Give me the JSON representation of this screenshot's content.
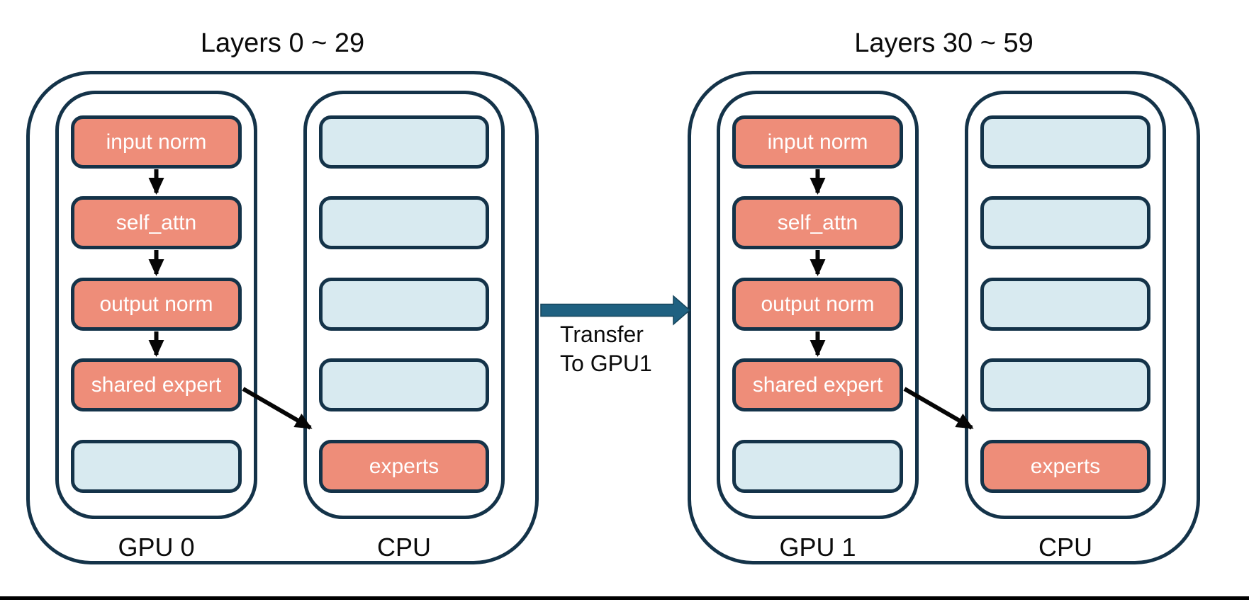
{
  "figure": {
    "background": "#ffffff",
    "outline_color": "#143349",
    "module_fill": "#EE8D79",
    "empty_slot_fill": "#D8EAF0",
    "transfer_arrow_fill": "#1F6181",
    "flow_arrow_color": "#060606",
    "text_color": "#0b0b0b",
    "box_text_color": "#ffffff",
    "bottom_border_color": "#000000"
  },
  "groups": [
    {
      "title": "Layers 0 ~ 29",
      "gpu_label": "GPU 0",
      "cpu_label": "CPU",
      "gpu_boxes": [
        {
          "label": "input norm",
          "variant": "module"
        },
        {
          "label": "self_attn",
          "variant": "module"
        },
        {
          "label": "output norm",
          "variant": "module"
        },
        {
          "label": "shared expert",
          "variant": "module"
        },
        {
          "label": "",
          "variant": "empty"
        }
      ],
      "cpu_boxes": [
        {
          "label": "",
          "variant": "empty"
        },
        {
          "label": "",
          "variant": "empty"
        },
        {
          "label": "",
          "variant": "empty"
        },
        {
          "label": "",
          "variant": "empty"
        },
        {
          "label": "experts",
          "variant": "module"
        }
      ]
    },
    {
      "title": "Layers 30 ~ 59",
      "gpu_label": "GPU 1",
      "cpu_label": "CPU",
      "gpu_boxes": [
        {
          "label": "input norm",
          "variant": "module"
        },
        {
          "label": "self_attn",
          "variant": "module"
        },
        {
          "label": "output norm",
          "variant": "module"
        },
        {
          "label": "shared expert",
          "variant": "module"
        },
        {
          "label": "",
          "variant": "empty"
        }
      ],
      "cpu_boxes": [
        {
          "label": "",
          "variant": "empty"
        },
        {
          "label": "",
          "variant": "empty"
        },
        {
          "label": "",
          "variant": "empty"
        },
        {
          "label": "",
          "variant": "empty"
        },
        {
          "label": "experts",
          "variant": "module"
        }
      ]
    }
  ],
  "transfer": {
    "line1": "Transfer",
    "line2": "To GPU1"
  }
}
